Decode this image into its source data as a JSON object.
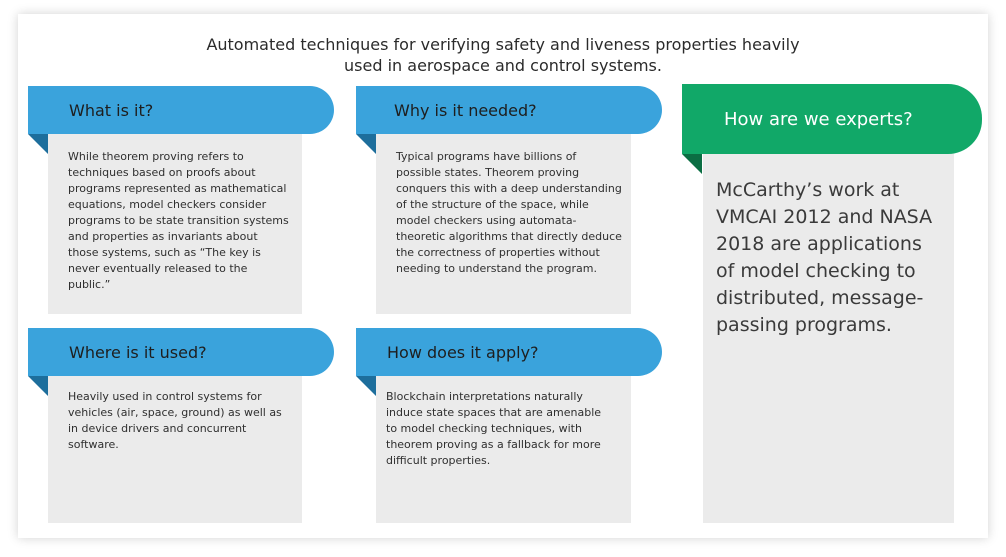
{
  "title": {
    "line1": "Automated techniques for verifying safety and liveness properties heavily",
    "line2": "used in aerospace and control systems."
  },
  "cards": [
    {
      "heading": "What is it?",
      "body": "While theorem proving refers to techniques based on proofs about programs represented as mathematical equations, model checkers consider programs to be state transition systems and properties as invariants about those systems, such as “The key is never eventually released to the public.”"
    },
    {
      "heading": "Why is it needed?",
      "body": "Typical programs have billions of possible states. Theorem proving conquers this with a deep understanding of the structure of the space, while model checkers using automata-theoretic algorithms that directly deduce the correctness of properties without needing to understand the program."
    },
    {
      "heading": "Where is it used?",
      "body": "Heavily used in control systems for vehicles (air, space, ground) as well as in device drivers and concurrent software."
    },
    {
      "heading": "How does it apply?",
      "body": "Blockchain interpretations naturally induce state spaces that are amenable to model checking techniques, with theorem proving as a fallback for more difficult properties."
    }
  ],
  "experts": {
    "heading": "How are we experts?",
    "body": "McCarthy’s work at VMCAI 2012 and NASA 2018 are applications of model checking to distributed, message-passing programs."
  },
  "colors": {
    "blue_banner": "#3aa3dc",
    "green_banner": "#11a868",
    "card_bg": "#ebebeb"
  }
}
